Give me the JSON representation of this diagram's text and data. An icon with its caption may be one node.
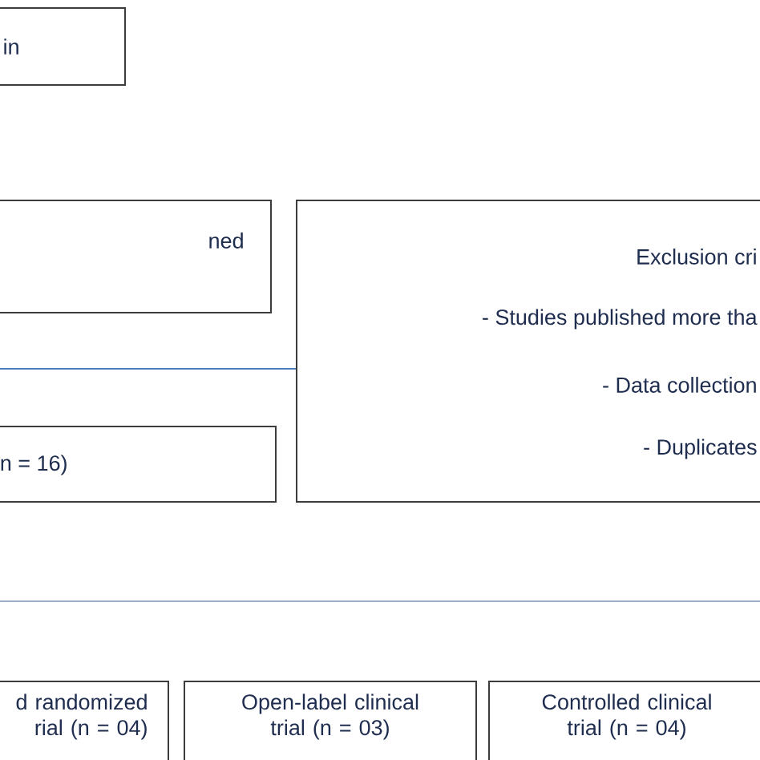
{
  "diagram": {
    "nodes": [
      {
        "text": [
          "in"
        ]
      },
      {
        "text": [
          "ned"
        ]
      },
      {
        "text": [
          "Exclusion cri",
          "- Studies published more tha",
          "- Data collection",
          "- Duplicates"
        ]
      },
      {
        "text": [
          "n = 16)"
        ]
      },
      {
        "text": [
          "d randomized rial (n = 04)"
        ]
      },
      {
        "text": [
          "Open-label clinical trial (n = 03)"
        ]
      },
      {
        "text": [
          "Controlled clinical trial (n = 04)"
        ]
      }
    ],
    "edges": [
      {
        "from": null,
        "to": 2,
        "arrow": "none",
        "color": "#4a7ebb"
      }
    ]
  }
}
